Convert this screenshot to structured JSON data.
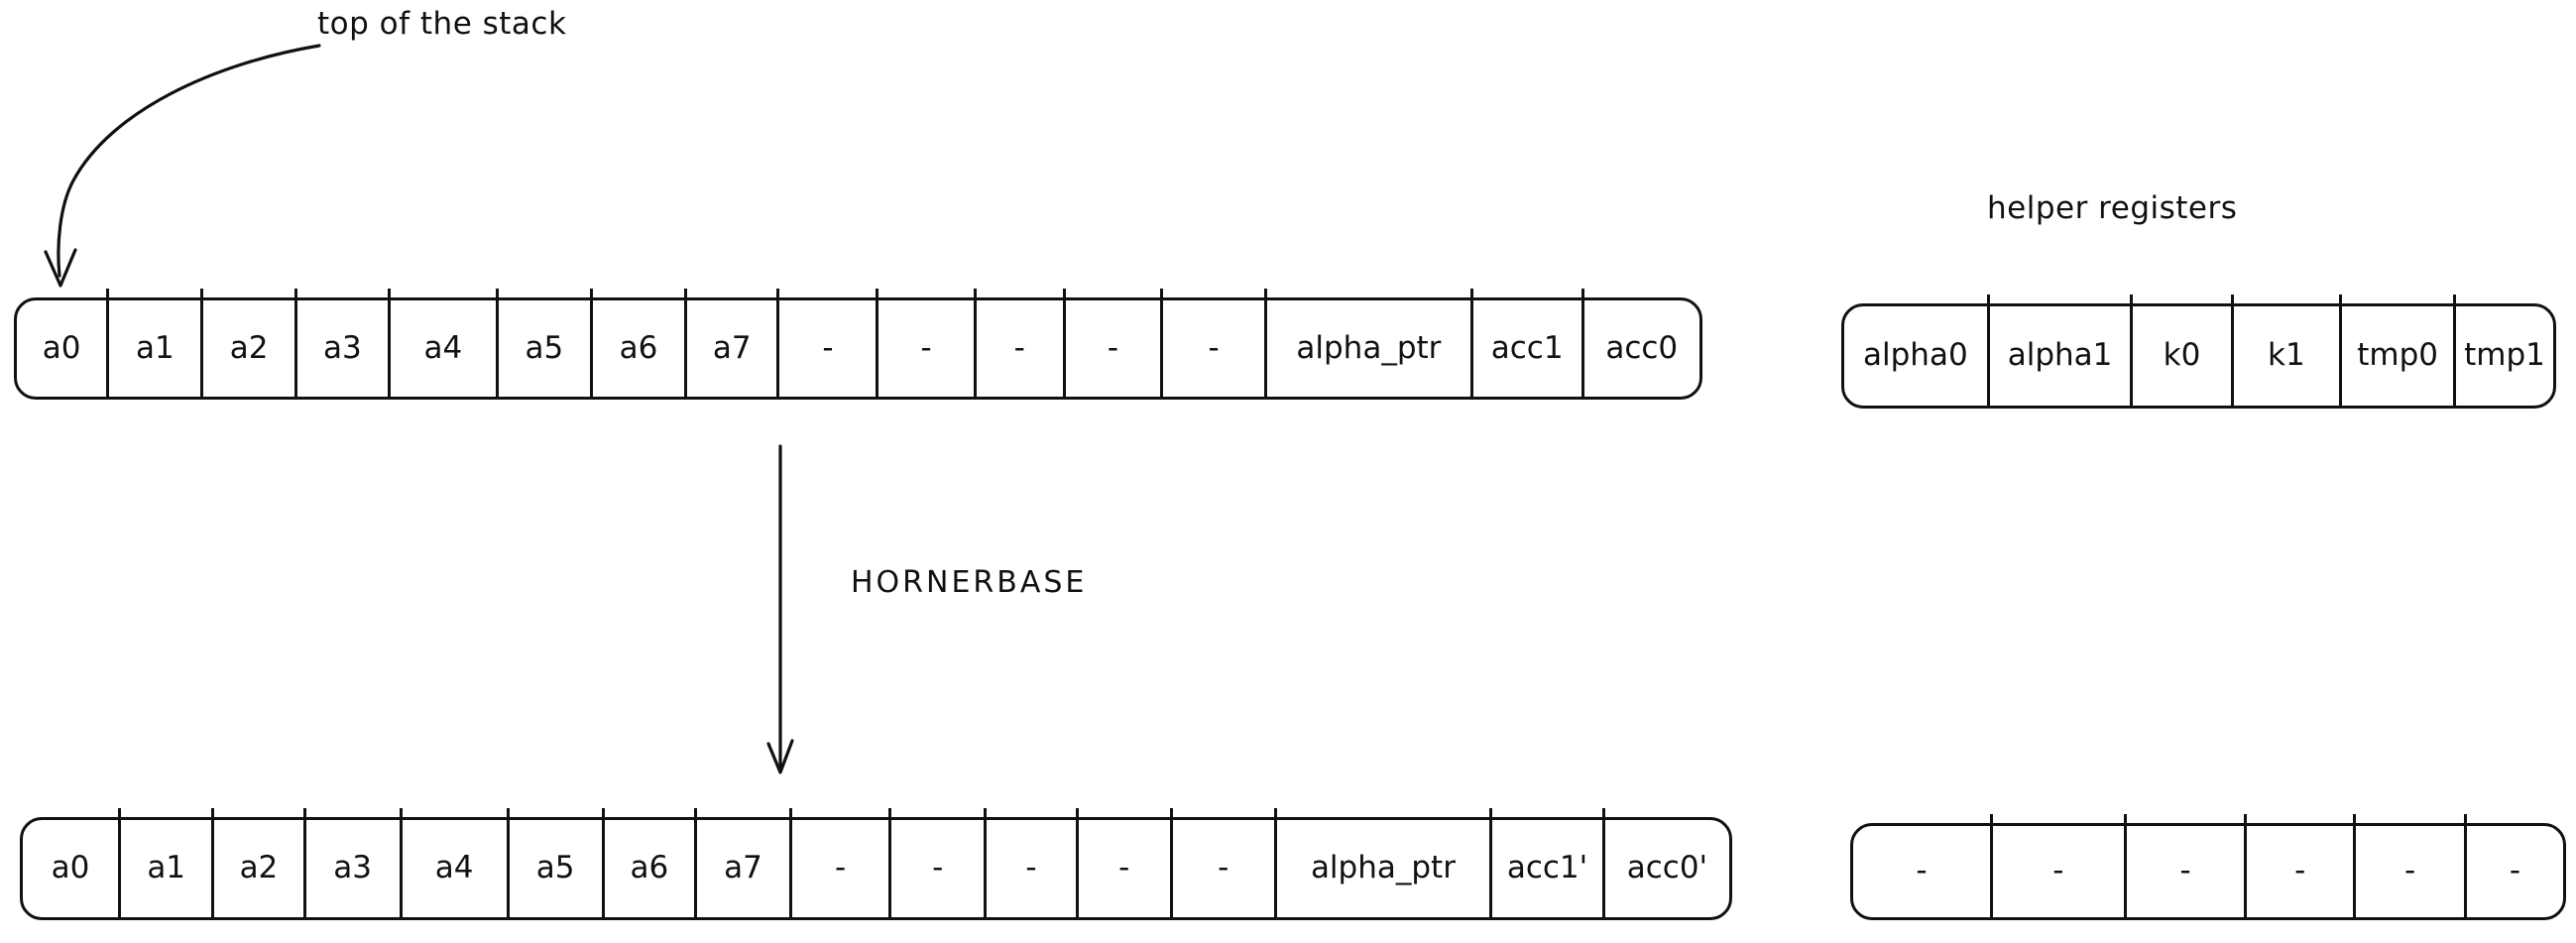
{
  "colors": {
    "ink": "#111111",
    "background": "#ffffff"
  },
  "annotations": {
    "top_of_stack": "top of the stack",
    "helper_registers": "helper registers",
    "operation": "HORNERBASE"
  },
  "stack_before": {
    "cells": [
      "a0",
      "a1",
      "a2",
      "a3",
      "a4",
      "a5",
      "a6",
      "a7",
      "-",
      "-",
      "-",
      "-",
      "-",
      "alpha_ptr",
      "acc1",
      "acc0"
    ]
  },
  "helper_registers_before": {
    "cells": [
      "alpha0",
      "alpha1",
      "k0",
      "k1",
      "tmp0",
      "tmp1"
    ]
  },
  "stack_after": {
    "cells": [
      "a0",
      "a1",
      "a2",
      "a3",
      "a4",
      "a5",
      "a6",
      "a7",
      "-",
      "-",
      "-",
      "-",
      "-",
      "alpha_ptr",
      "acc1'",
      "acc0'"
    ]
  },
  "helper_registers_after": {
    "cells": [
      "-",
      "-",
      "-",
      "-",
      "-",
      "-"
    ]
  }
}
